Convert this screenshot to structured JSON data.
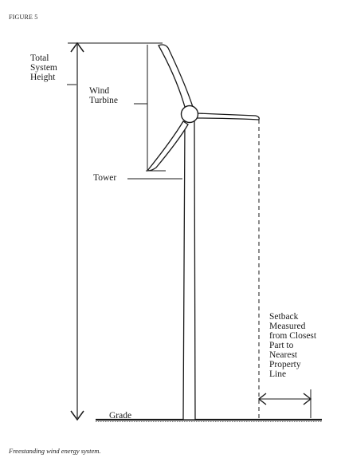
{
  "figure_label": "FIGURE 5",
  "labels": {
    "total_system_height": "Total\nSystem\nHeight",
    "wind_turbine": "Wind\nTurbine",
    "tower": "Tower",
    "setback": "Setback\nMeasured\nfrom Closest\nPart to\nNearest\nProperty\nLine",
    "grade": "Grade"
  },
  "caption": "Freestanding wind energy system."
}
